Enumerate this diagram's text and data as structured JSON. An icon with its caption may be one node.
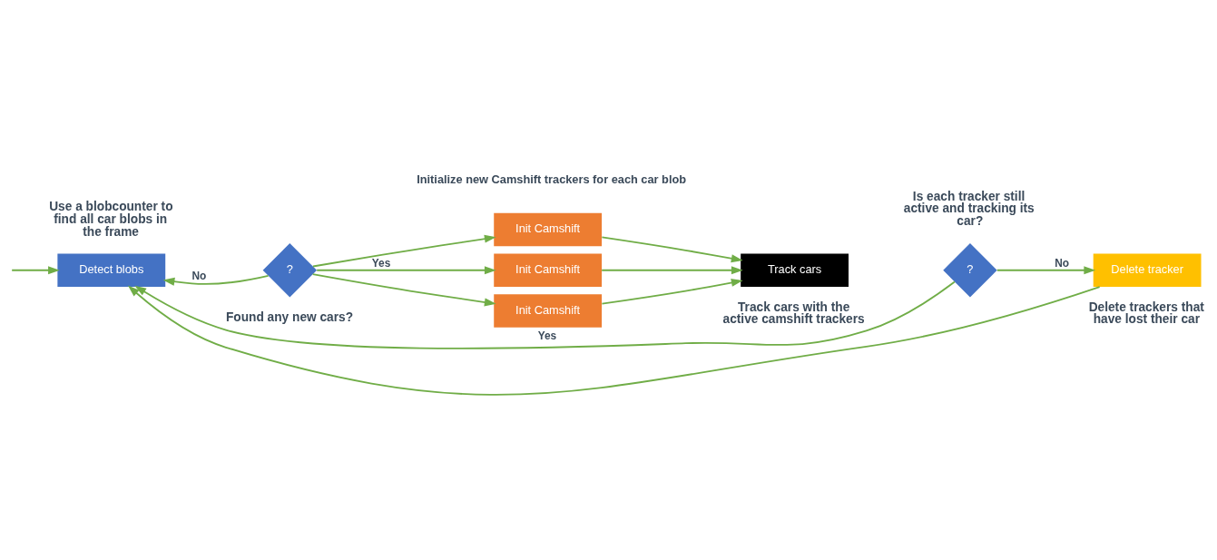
{
  "diagram": {
    "nodes": [
      {
        "text": [
          "Detect blobs"
        ],
        "beside": [
          "Use a blobcounter to find all car blobs in the frame"
        ]
      },
      {
        "text": [
          "?"
        ],
        "beside": [
          "Found any new cars?"
        ]
      },
      {
        "text": [
          "Init Camshift"
        ]
      },
      {
        "text": [
          "Init Camshift"
        ]
      },
      {
        "text": [
          "Init Camshift"
        ]
      },
      {
        "text": [
          "Track cars"
        ],
        "beside": [
          "Track cars with the active camshift trackers"
        ]
      },
      {
        "text": [
          "?"
        ],
        "beside": [
          "Is each tracker still active and tracking its car?"
        ]
      },
      {
        "text": [
          "Delete tracker"
        ],
        "beside": [
          "Delete trackers that have lost their car"
        ]
      }
    ],
    "edges": [
      {
        "from": null,
        "to": 0,
        "arrow": "to"
      },
      {
        "from": 1,
        "to": 2,
        "arrow": "to"
      },
      {
        "from": 1,
        "to": 3,
        "arrow": "to",
        "label": "Yes"
      },
      {
        "from": 1,
        "to": 4,
        "arrow": "to"
      },
      {
        "from": 1,
        "to": 0,
        "arrow": "to",
        "label": "No"
      },
      {
        "from": 2,
        "to": 5,
        "arrow": "to"
      },
      {
        "from": 3,
        "to": 5,
        "arrow": "to"
      },
      {
        "from": 4,
        "to": 5,
        "arrow": "to"
      },
      {
        "from": 6,
        "to": 7,
        "arrow": "to",
        "label": "No"
      },
      {
        "from": 7,
        "to": 0,
        "arrow": "to"
      },
      {
        "from": 6,
        "to": 0,
        "arrow": "to",
        "label": "Yes"
      }
    ],
    "labels": [
      "Initialize new Camshift trackers for each car blob"
    ]
  }
}
